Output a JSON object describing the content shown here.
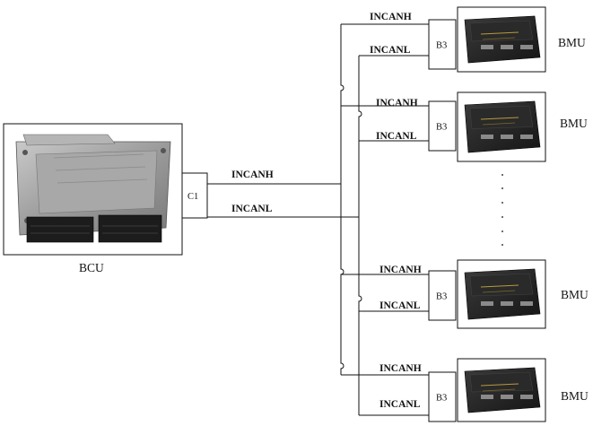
{
  "bcu": {
    "label": "BCU",
    "connector": "C1"
  },
  "trunk": {
    "high_label": "INCANH",
    "low_label": "INCANL"
  },
  "bmus": [
    {
      "label": "BMU",
      "connector": "B3",
      "high_label": "INCANH",
      "low_label": "INCANL"
    },
    {
      "label": "BMU",
      "connector": "B3",
      "high_label": "INCANH",
      "low_label": "INCANL"
    },
    {
      "label": "BMU",
      "connector": "B3",
      "high_label": "INCANH",
      "low_label": "INCANL"
    },
    {
      "label": "BMU",
      "connector": "B3",
      "high_label": "INCANH",
      "low_label": "INCANL"
    }
  ],
  "colors": {
    "line": "#111111",
    "device_dark": "#1f1f1f",
    "device_metal": "#9a9a9a"
  }
}
